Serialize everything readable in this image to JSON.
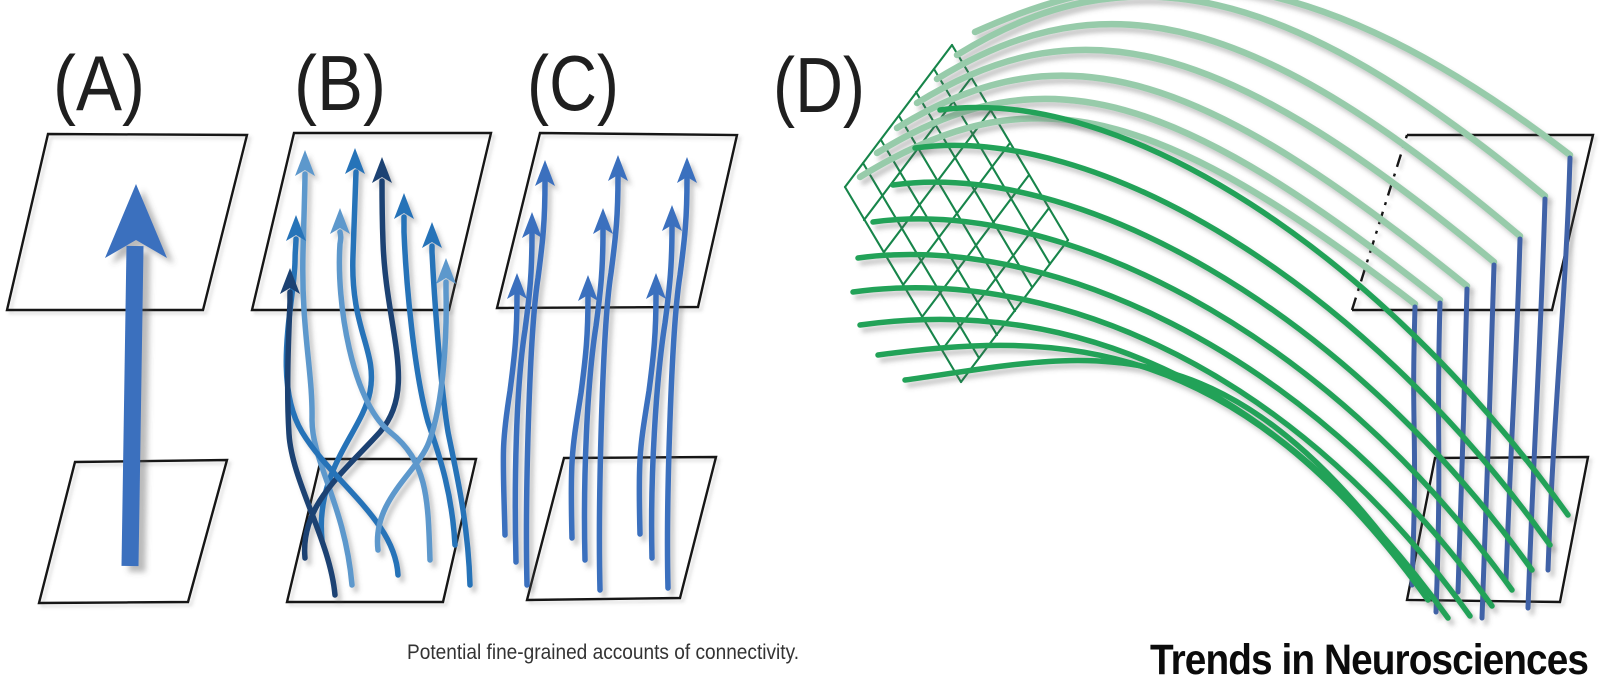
{
  "figure": {
    "panel_labels": [
      "(A)",
      "(B)",
      "(C)",
      "(D)"
    ],
    "caption": "Potential fine-grained accounts of connectivity.",
    "journal_logo": "Trends in Neurosciences"
  },
  "colors": {
    "blue-main": "#3a6fbe",
    "blue-dark": "#1d4373",
    "blue-medium": "#2773b8",
    "blue-light": "#5d98cc",
    "blue-fiber": "#3f62a7",
    "green-dark": "#22a259",
    "green-light": "#97cbaa",
    "green-grid": "#17854a",
    "ink": "#1f1f1f"
  }
}
